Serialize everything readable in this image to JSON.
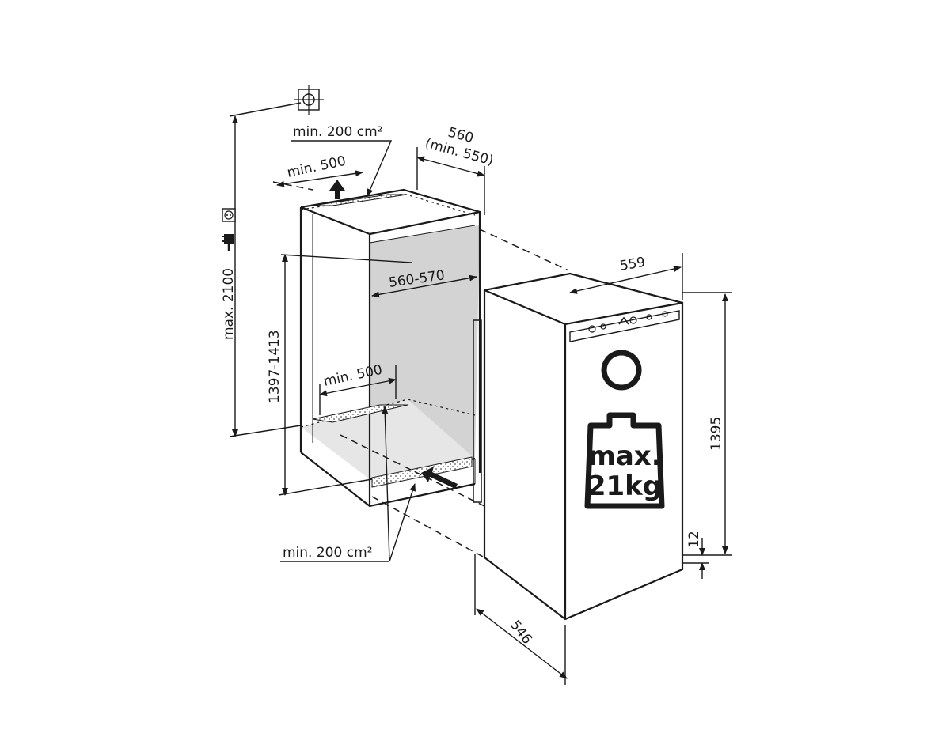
{
  "labels": {
    "top_vent": "min. 200 cm²",
    "top_depth": "min. 500",
    "niche_depth_value": "560",
    "niche_depth_min": "(min. 550)",
    "niche_width": "560-570",
    "niche_height": "1397-1413",
    "max_height": "max. 2100",
    "bottom_depth": "min. 500",
    "bottom_vent": "min. 200 cm²",
    "appliance_width": "559",
    "appliance_height": "1395",
    "appliance_depth": "546",
    "bottom_gap": "12",
    "weight_line1": "max.",
    "weight_line2": "21kg"
  },
  "icons": [
    "wall-socket-icon",
    "power-plug-icon",
    "target-crosshair-icon",
    "weight-icon",
    "vent-arrow-icon"
  ],
  "colors": {
    "line": "#1a1a1a",
    "niche_inner": "#d3d3d3",
    "background": "#ffffff"
  }
}
